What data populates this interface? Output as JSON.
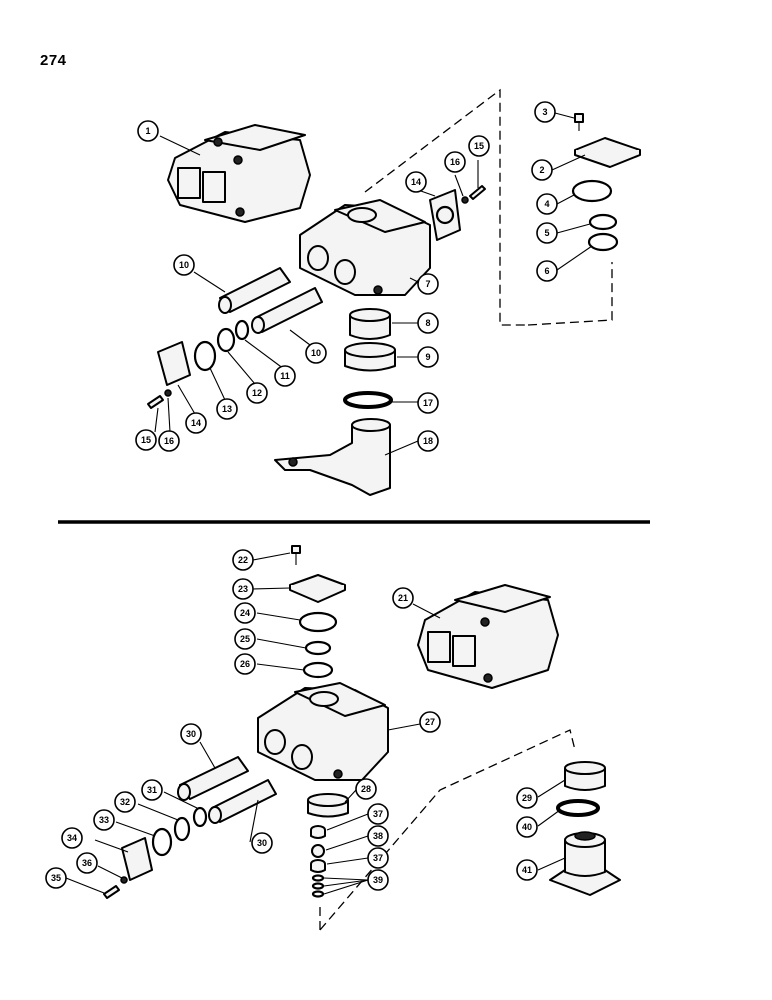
{
  "page": {
    "number": "274"
  },
  "callouts": [
    {
      "id": "c1",
      "label": "1"
    },
    {
      "id": "c2",
      "label": "2"
    },
    {
      "id": "c3",
      "label": "3"
    },
    {
      "id": "c4",
      "label": "4"
    },
    {
      "id": "c5",
      "label": "5"
    },
    {
      "id": "c6",
      "label": "6"
    },
    {
      "id": "c7",
      "label": "7"
    },
    {
      "id": "c8",
      "label": "8"
    },
    {
      "id": "c9",
      "label": "9"
    },
    {
      "id": "c10a",
      "label": "10"
    },
    {
      "id": "c10b",
      "label": "10"
    },
    {
      "id": "c11",
      "label": "11"
    },
    {
      "id": "c12",
      "label": "12"
    },
    {
      "id": "c13",
      "label": "13"
    },
    {
      "id": "c14a",
      "label": "14"
    },
    {
      "id": "c14b",
      "label": "14"
    },
    {
      "id": "c15a",
      "label": "15"
    },
    {
      "id": "c15b",
      "label": "15"
    },
    {
      "id": "c16a",
      "label": "16"
    },
    {
      "id": "c16b",
      "label": "16"
    },
    {
      "id": "c17",
      "label": "17"
    },
    {
      "id": "c18",
      "label": "18"
    },
    {
      "id": "c21",
      "label": "21"
    },
    {
      "id": "c22",
      "label": "22"
    },
    {
      "id": "c23",
      "label": "23"
    },
    {
      "id": "c24",
      "label": "24"
    },
    {
      "id": "c25",
      "label": "25"
    },
    {
      "id": "c26",
      "label": "26"
    },
    {
      "id": "c27",
      "label": "27"
    },
    {
      "id": "c28",
      "label": "28"
    },
    {
      "id": "c29",
      "label": "29"
    },
    {
      "id": "c30a",
      "label": "30"
    },
    {
      "id": "c30b",
      "label": "30"
    },
    {
      "id": "c31",
      "label": "31"
    },
    {
      "id": "c32",
      "label": "32"
    },
    {
      "id": "c33",
      "label": "33"
    },
    {
      "id": "c34",
      "label": "34"
    },
    {
      "id": "c35",
      "label": "35"
    },
    {
      "id": "c36",
      "label": "36"
    },
    {
      "id": "c37a",
      "label": "37"
    },
    {
      "id": "c37b",
      "label": "37"
    },
    {
      "id": "c38",
      "label": "38"
    },
    {
      "id": "c39",
      "label": "39"
    },
    {
      "id": "c40",
      "label": "40"
    },
    {
      "id": "c41",
      "label": "41"
    }
  ]
}
